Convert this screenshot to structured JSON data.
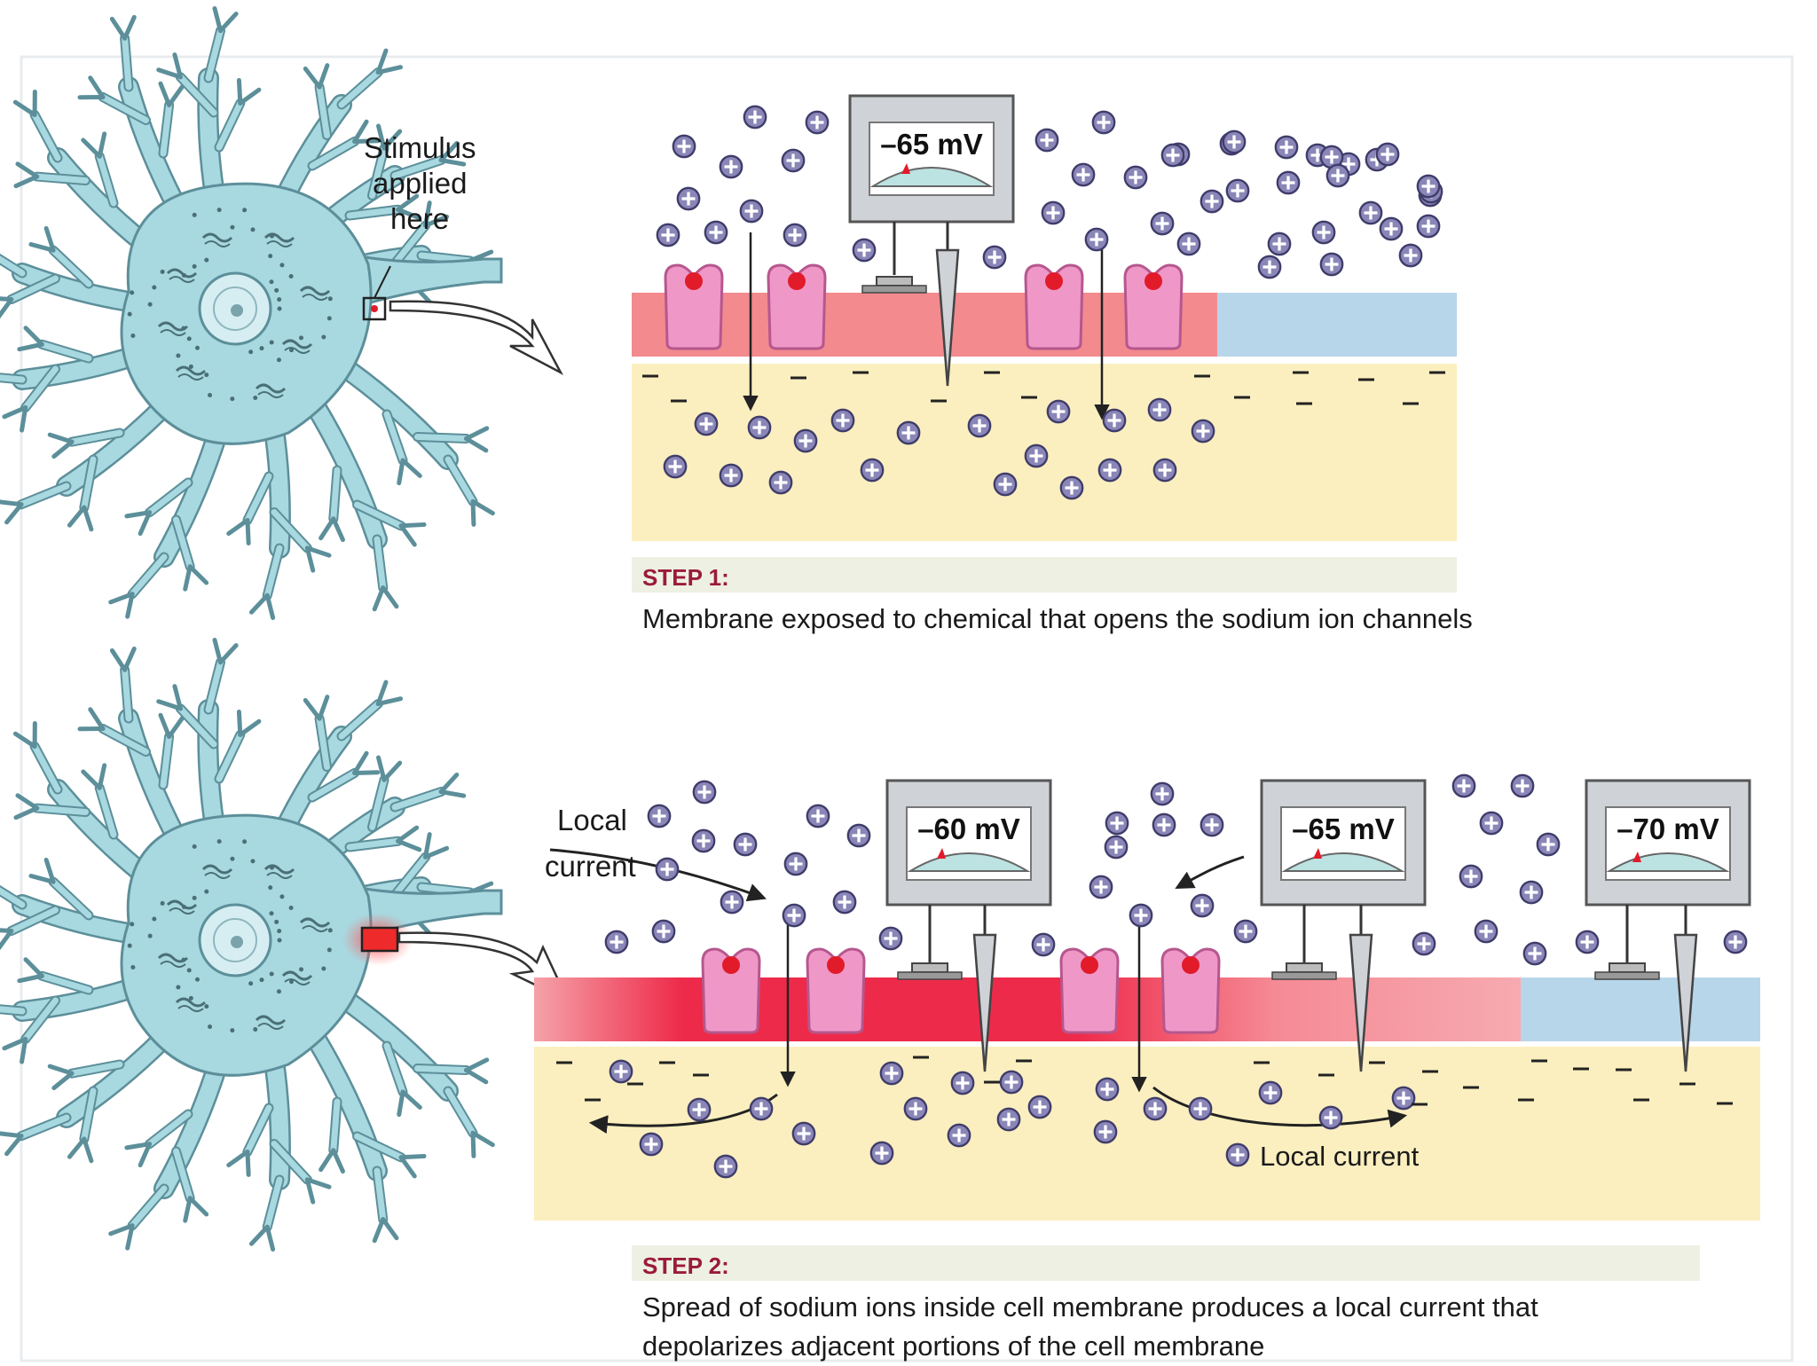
{
  "colors": {
    "neuron": "#a8d8e0",
    "neuron_outline": "#5c8f9a",
    "depolarized": "#f28a8e",
    "depolarized_strong": "#ee2a4a",
    "resting": "#b8d6ea",
    "cytoplasm": "#fbefbf",
    "channel": "#ef98c8",
    "channel_outline": "#b6578e",
    "step_label": "#9a1b3a"
  },
  "icons": [
    "positive-ion-icon",
    "negative-charge-icon",
    "sodium-channel-icon",
    "voltmeter-icon",
    "neuron-icon",
    "arrow-icon"
  ],
  "step1": {
    "label": "STEP 1:",
    "caption": "Membrane exposed to chemical that opens the sodium ion channels",
    "stimulus_label_line1": "Stimulus",
    "stimulus_label_line2": "applied",
    "stimulus_label_line3": "here",
    "meter": "–65 mV"
  },
  "step2": {
    "label": "STEP 2:",
    "caption_line1": "Spread of sodium ions inside cell membrane produces a local current that",
    "caption_line2": "depolarizes adjacent portions of the cell membrane",
    "local_current_left_line1": "Local",
    "local_current_left_line2": "current",
    "local_current_right": "Local current",
    "meters": [
      "–60 mV",
      "–65 mV",
      "–70 mV"
    ]
  }
}
